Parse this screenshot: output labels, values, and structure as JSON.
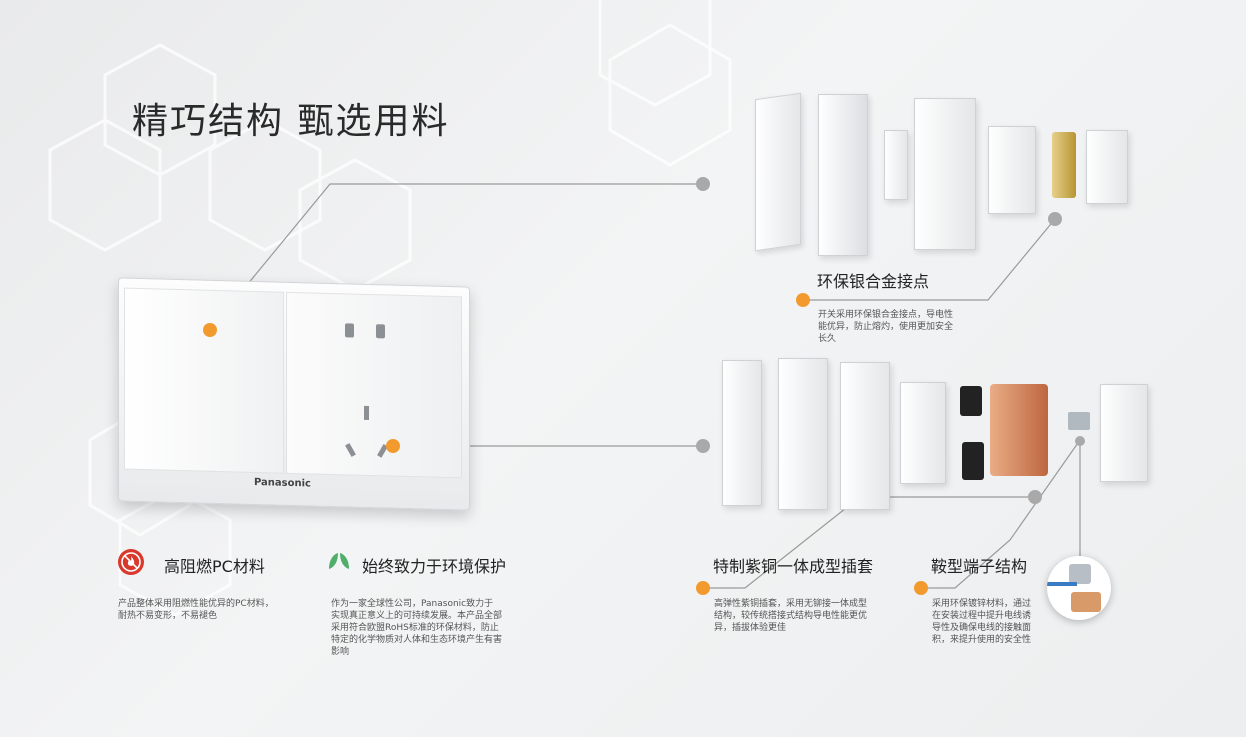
{
  "title": "精巧结构 甄选用料",
  "brand": "Panasonic",
  "colors": {
    "accent": "#f39a2e",
    "connector": "#a9a9a9",
    "eco": "#4fae6a",
    "fire": "#d9392d"
  },
  "features": {
    "fire": {
      "icon": "flame-retardant-icon",
      "title": "高阻燃PC材料",
      "desc": [
        "产品整体采用阻燃性能优异的PC材料，",
        "耐热不易变形，不易褪色"
      ]
    },
    "eco": {
      "icon": "leaf-icon",
      "title": "始终致力于环境保护",
      "desc": [
        "作为一家全球性公司，Panasonic致力于",
        "实现真正意义上的可持续发展。本产品全部",
        "采用符合欧盟RoHS标准的环保材料，防止",
        "特定的化学物质对人体和生态环境产生有害",
        "影响"
      ]
    },
    "silver": {
      "title": "环保银合金接点",
      "desc": [
        "开关采用环保银合金接点，导电性",
        "能优异，防止熔灼，使用更加安全",
        "长久"
      ]
    },
    "copper": {
      "title": "特制紫铜一体成型插套",
      "desc": [
        "高弹性紫铜插套，采用无铆接一体成型",
        "结构，较传统搭接式结构导电性能更优",
        "异，插拔体验更佳"
      ]
    },
    "terminal": {
      "title": "鞍型端子结构",
      "desc": [
        "采用环保镀锌材料，通过",
        "在安装过程中提升电线诱",
        "导性及确保电线的接触面",
        "积，来提升使用的安全性"
      ]
    }
  }
}
